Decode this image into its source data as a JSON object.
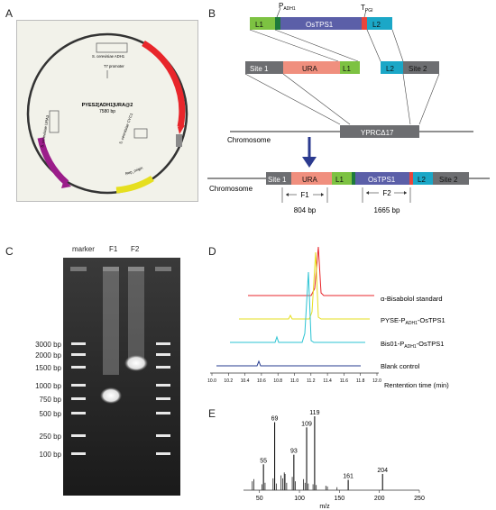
{
  "panels": {
    "A": "A",
    "B": "B",
    "C": "C",
    "D": "D",
    "E": "E"
  },
  "plasmid": {
    "name": "PYES2[ADH1]URA@2",
    "size": "7580 bp",
    "features": [
      "S. cerevisiae ADH1",
      "T7 promoter",
      "S. cerevisiae CYC1",
      "S. cerevisiae URA3",
      "Rep_origin"
    ]
  },
  "construct": {
    "cassette": [
      "L1",
      "OsTPS1",
      "L2"
    ],
    "promoter": "P",
    "promoter_sub": "ADH1",
    "terminator": "T",
    "terminator_sub": "PGI",
    "donor": [
      "Site 1",
      "URA",
      "L1",
      "L2",
      "Site 2"
    ],
    "locus": "YPRCΔ17",
    "chromosome_label": "Chromosome",
    "result": [
      "Site 1",
      "URA",
      "L1",
      "OsTPS1",
      "L2",
      "Site 2"
    ],
    "f1_label": "F1",
    "f2_label": "F2",
    "f1_size": "804 bp",
    "f2_size": "1665 bp",
    "colors": {
      "L1": "#7dc242",
      "OsTPS1": "#5b5fa8",
      "L2": "#1ba7c7",
      "site": "#6d6e71",
      "URA": "#f08f7e",
      "promoter": "#1e7a3c",
      "terminator": "#e8463c",
      "locus": "#6d6e71"
    }
  },
  "gel": {
    "lane_labels": [
      "marker",
      "F1",
      "F2"
    ],
    "ladder": [
      "3000 bp",
      "2000 bp",
      "1500 bp",
      "1000 bp",
      "750 bp",
      "500 bp",
      "250 bp",
      "100 bp"
    ]
  },
  "chromatogram": {
    "traces": [
      {
        "label": "α-Bisabolol standard",
        "color": "#e8262b"
      },
      {
        "label": "PYSE-P",
        "sub": "ADH1",
        "rest": "-OsTPS1",
        "color": "#e6df1f"
      },
      {
        "label": "Bis01-P",
        "sub": "ADH1",
        "rest": "-OsTPS1",
        "color": "#2bc3d3"
      },
      {
        "label": "Blank control",
        "color": "#243b8f"
      }
    ],
    "xaxis_label": "Rentention time (min)",
    "ticks": [
      "10.0",
      "10.2",
      "10.4",
      "10.6",
      "10.8",
      "11.0",
      "11.2",
      "11.4",
      "11.6",
      "11.8",
      "12.0"
    ]
  },
  "chart_data": {
    "type": "bar",
    "x": [
      55,
      69,
      93,
      109,
      119,
      161,
      204
    ],
    "labels": [
      "55",
      "69",
      "93",
      "109",
      "119",
      "161",
      "204"
    ],
    "values": [
      35,
      92,
      48,
      85,
      100,
      14,
      22
    ],
    "minor_x": [
      41,
      43,
      53,
      57,
      67,
      71,
      77,
      79,
      81,
      82,
      84,
      91,
      95,
      105,
      107,
      111,
      117,
      121,
      133,
      135,
      147
    ],
    "minor_values": [
      12,
      15,
      8,
      10,
      16,
      9,
      20,
      16,
      24,
      22,
      10,
      18,
      12,
      15,
      10,
      9,
      8,
      7,
      6,
      5,
      4
    ],
    "xlim": [
      0,
      250
    ],
    "xticks": [
      "50",
      "100",
      "150",
      "200",
      "250"
    ],
    "xlabel": "m/z"
  }
}
